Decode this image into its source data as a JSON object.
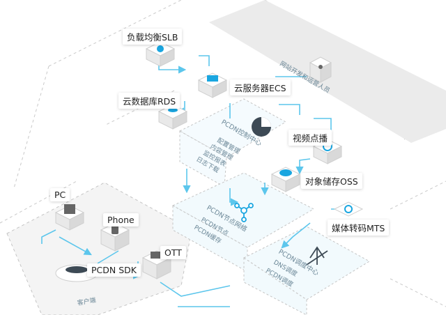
{
  "labels": {
    "slb": "负载均衡SLB",
    "ecs": "云服务器ECS",
    "rds": "云数据库RDS",
    "vod": "视频点播",
    "oss": "对象储存OSS",
    "mts": "媒体转码MTS",
    "pc": "PC",
    "phone": "Phone",
    "ott": "OTT",
    "sdk": "PCDN SDK"
  },
  "zones": {
    "ops_staff": "网站开发和运营人员",
    "client_side": "客户端"
  },
  "panels": {
    "control": {
      "title": "PCDN控制中心",
      "items": [
        "配置管理",
        "内容管理",
        "监控报表",
        "日志下载"
      ]
    },
    "nodes": {
      "title": "PCDN节点网络",
      "items": [
        "PCDN节点",
        "PCDN缓存"
      ]
    },
    "dispatch": {
      "title": "PCDN调度中心",
      "items": [
        "DNS调度",
        "PCDN调度"
      ]
    }
  },
  "colors": {
    "accent": "#1aa6e0",
    "line": "#5cc6ec",
    "zone_fill": "#eeeeee",
    "panel_fill": "#f2fafd",
    "dash": "#c4c4c4"
  }
}
